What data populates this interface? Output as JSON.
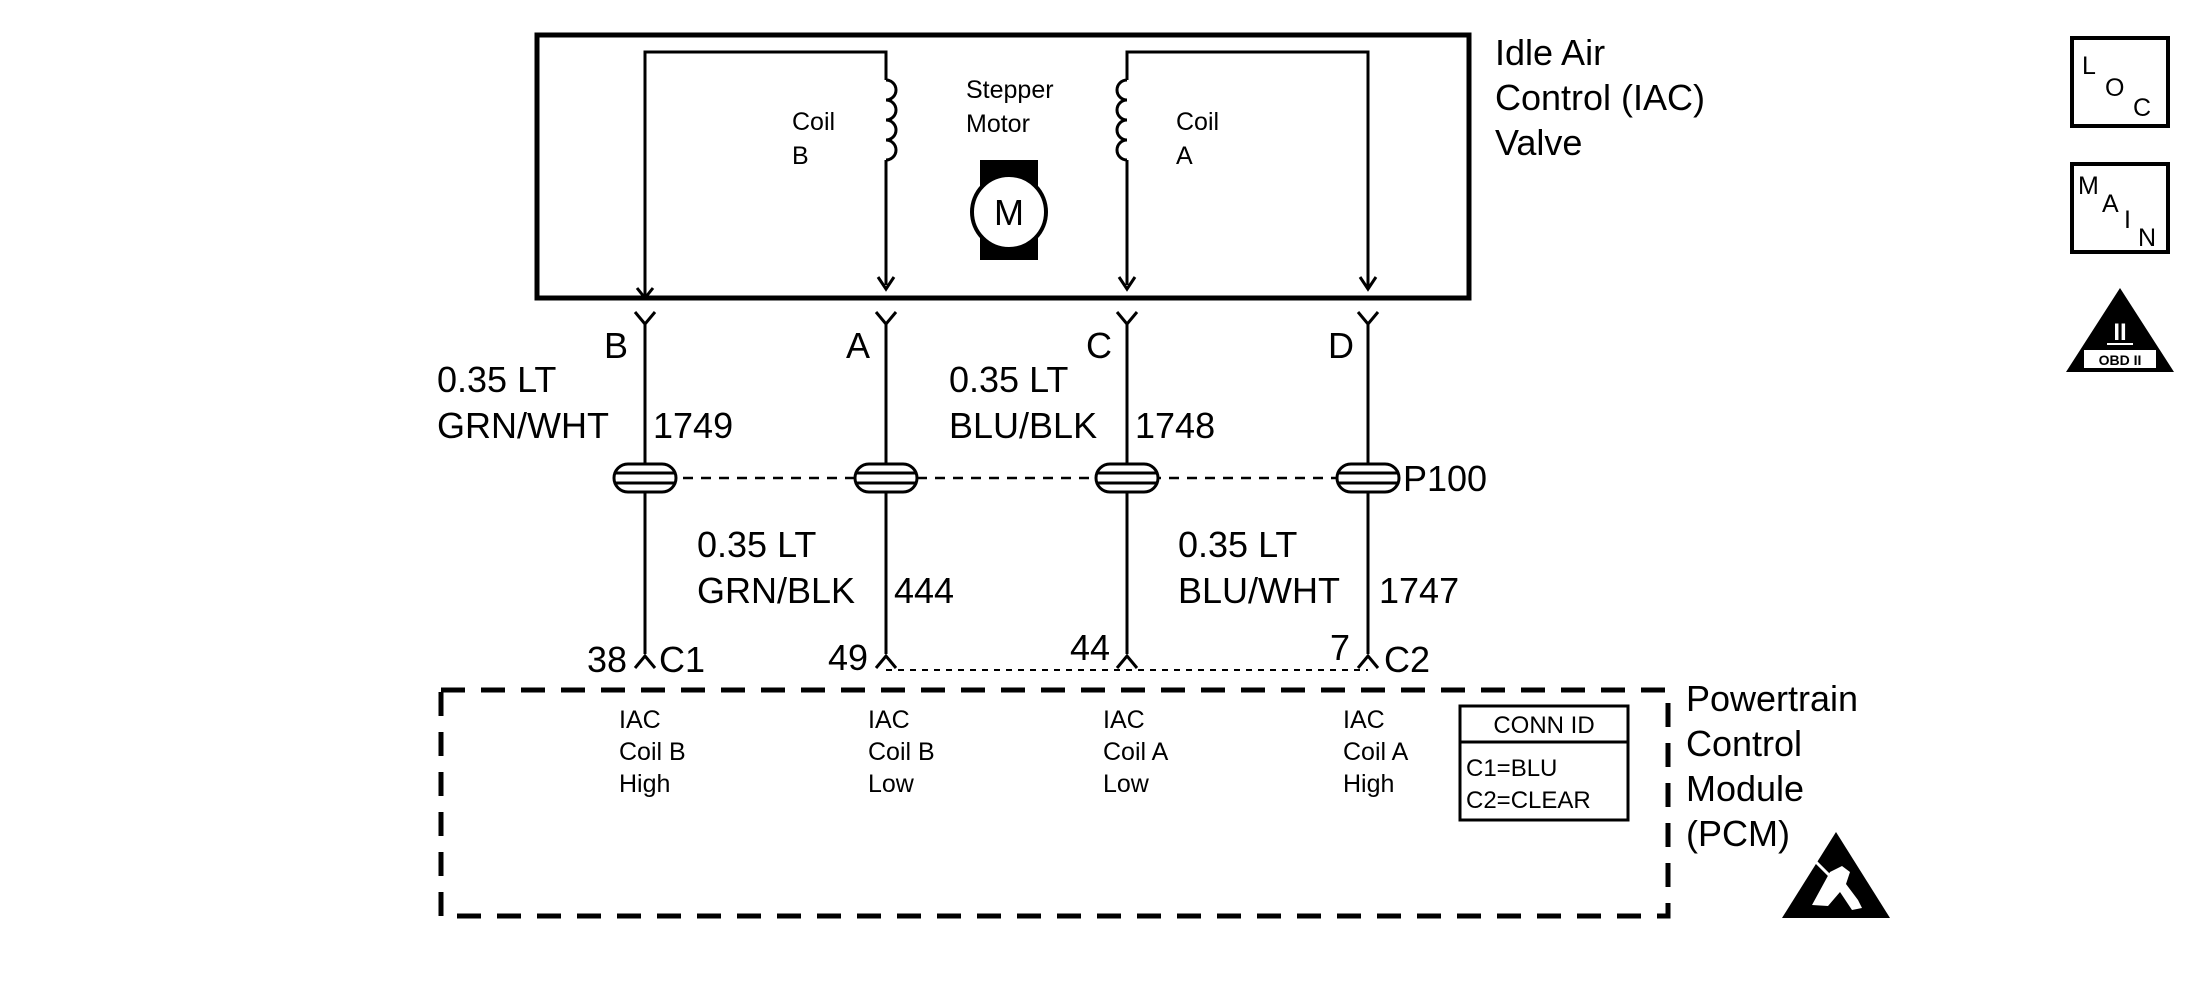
{
  "iac_valve": {
    "label_lines": [
      "Idle Air",
      "Control (IAC)",
      "Valve"
    ],
    "coil_b": [
      "Coil",
      "B"
    ],
    "coil_a": [
      "Coil",
      "A"
    ],
    "motor_label": [
      "Stepper",
      "Motor"
    ],
    "motor_symbol": "M"
  },
  "pins": [
    "B",
    "A",
    "C",
    "D"
  ],
  "upper_wires": [
    {
      "size": "0.35 LT",
      "color": "GRN/WHT",
      "circuit": "1749"
    },
    {
      "size": "0.35 LT",
      "color": "BLU/BLK",
      "circuit": "1748"
    }
  ],
  "lower_wires": [
    {
      "size": "0.35 LT",
      "color": "GRN/BLK",
      "circuit": "444"
    },
    {
      "size": "0.35 LT",
      "color": "BLU/WHT",
      "circuit": "1747"
    }
  ],
  "splice_connector": "P100",
  "pcm_pins": [
    {
      "number": "38",
      "connector": "C1"
    },
    {
      "number": "49",
      "connector": ""
    },
    {
      "number": "44",
      "connector": ""
    },
    {
      "number": "7",
      "connector": "C2"
    }
  ],
  "pcm": {
    "label_lines": [
      "Powertrain",
      "Control",
      "Module",
      "(PCM)"
    ],
    "terminals": [
      [
        "IAC",
        "Coil B",
        "High"
      ],
      [
        "IAC",
        "Coil B",
        "Low"
      ],
      [
        "IAC",
        "Coil A",
        "Low"
      ],
      [
        "IAC",
        "Coil A",
        "High"
      ]
    ],
    "conn_id": {
      "title": "CONN ID",
      "lines": [
        "C1=BLU",
        "C2=CLEAR"
      ]
    }
  },
  "side_icons": {
    "loc": [
      "L",
      "O",
      "C"
    ],
    "main": [
      "M",
      "A",
      "I",
      "N"
    ],
    "obd": {
      "numeral": "II",
      "label": "OBD II"
    }
  },
  "colors": {
    "line": "#000000",
    "background": "#ffffff"
  }
}
